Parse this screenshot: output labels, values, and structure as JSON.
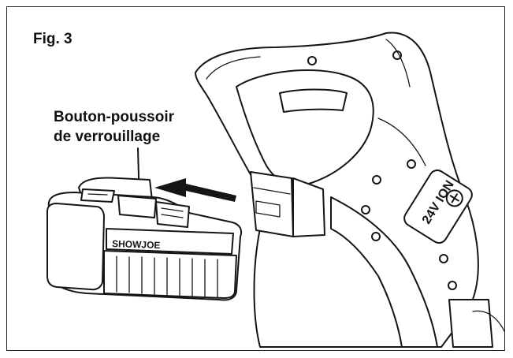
{
  "figure_label": "Fig. 3",
  "callout": {
    "line1": "Bouton-poussoir",
    "line2": "de verrouillage"
  },
  "battery_brand": "SHOWJOE",
  "handle_badge_text": "24V ION",
  "colors": {
    "ink": "#151515",
    "paper": "#ffffff"
  }
}
